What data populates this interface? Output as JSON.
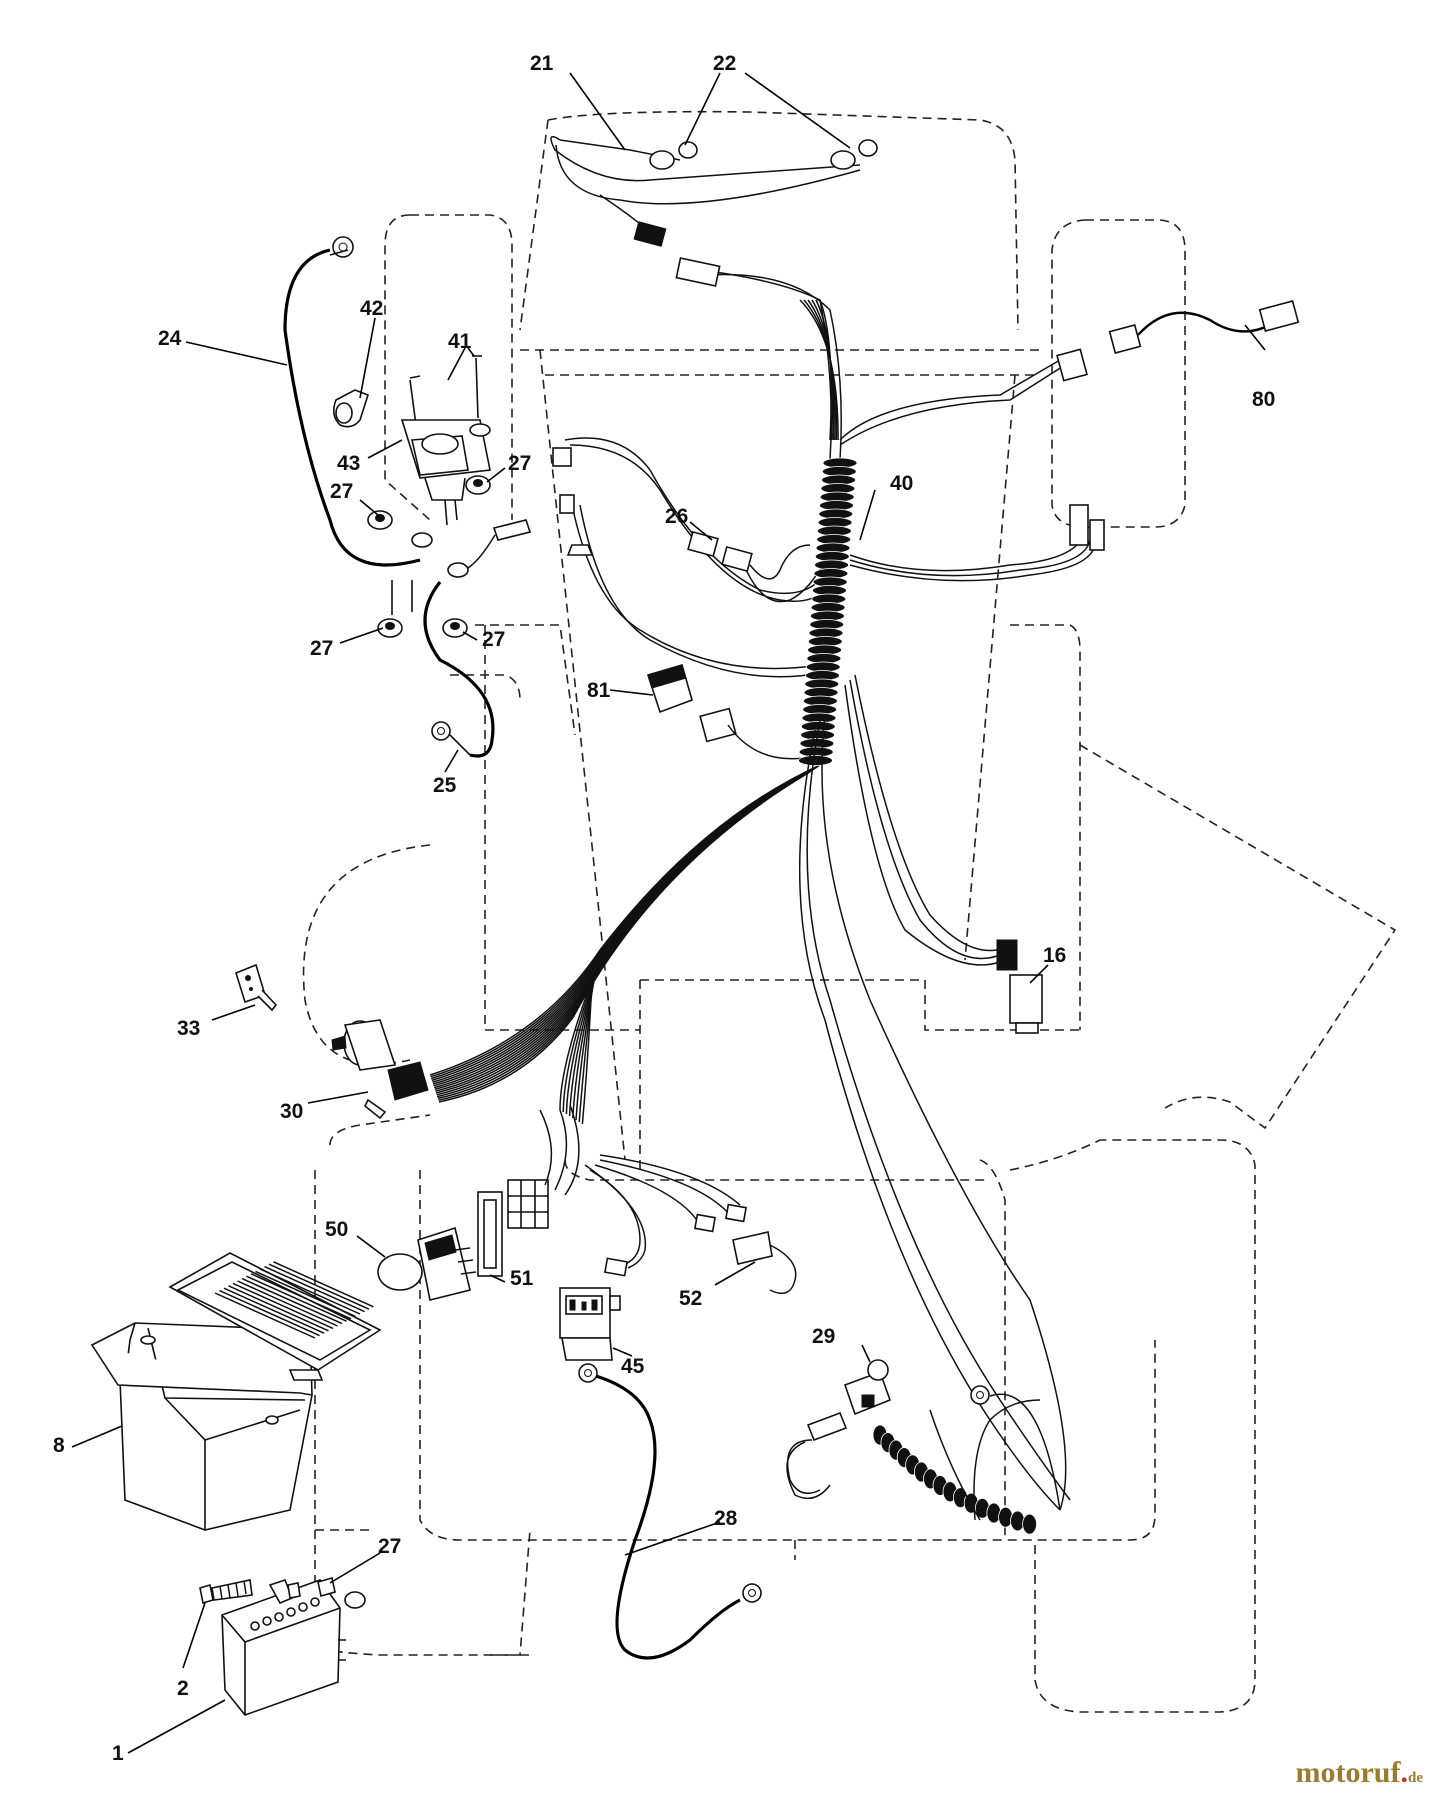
{
  "diagram": {
    "callouts": [
      {
        "id": "1",
        "label": "1"
      },
      {
        "id": "2",
        "label": "2"
      },
      {
        "id": "8",
        "label": "8"
      },
      {
        "id": "16",
        "label": "16"
      },
      {
        "id": "21",
        "label": "21"
      },
      {
        "id": "22",
        "label": "22"
      },
      {
        "id": "24",
        "label": "24"
      },
      {
        "id": "25",
        "label": "25"
      },
      {
        "id": "26",
        "label": "26"
      },
      {
        "id": "27a",
        "label": "27"
      },
      {
        "id": "27b",
        "label": "27"
      },
      {
        "id": "27c",
        "label": "27"
      },
      {
        "id": "27d",
        "label": "27"
      },
      {
        "id": "27e",
        "label": "27"
      },
      {
        "id": "28",
        "label": "28"
      },
      {
        "id": "29",
        "label": "29"
      },
      {
        "id": "30",
        "label": "30"
      },
      {
        "id": "33",
        "label": "33"
      },
      {
        "id": "40",
        "label": "40"
      },
      {
        "id": "41",
        "label": "41"
      },
      {
        "id": "42",
        "label": "42"
      },
      {
        "id": "43",
        "label": "43"
      },
      {
        "id": "45",
        "label": "45"
      },
      {
        "id": "50",
        "label": "50"
      },
      {
        "id": "51",
        "label": "51"
      },
      {
        "id": "52",
        "label": "52"
      },
      {
        "id": "80",
        "label": "80"
      },
      {
        "id": "81",
        "label": "81"
      }
    ]
  },
  "watermark": {
    "main": "motoruf",
    "dot": ".",
    "tld": "de"
  }
}
